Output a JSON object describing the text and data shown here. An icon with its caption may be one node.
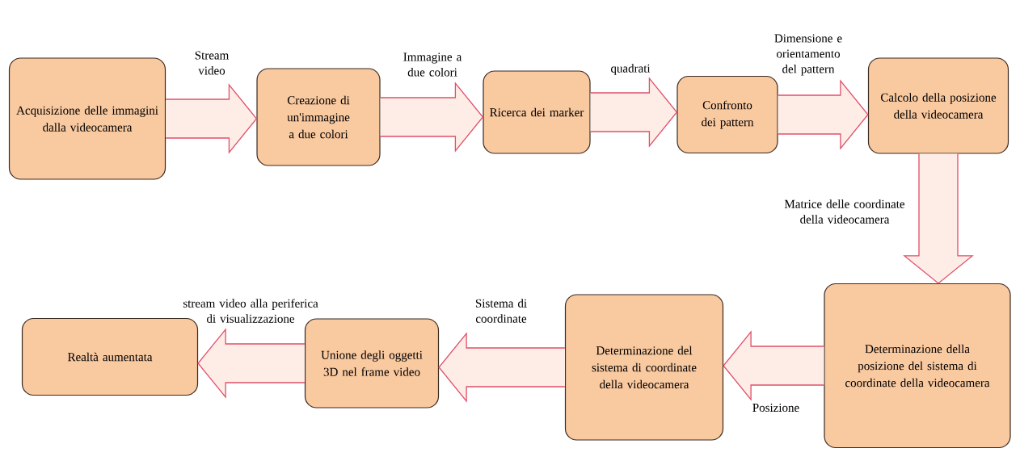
{
  "diagram": {
    "nodes": [
      {
        "text": [
          "Acquisizione delle immagini dalla videocamera"
        ]
      },
      {
        "text": [
          "Creazione di un'immagine a due colori"
        ]
      },
      {
        "text": [
          "Ricerca dei marker"
        ]
      },
      {
        "text": [
          "Confronto dei pattern"
        ]
      },
      {
        "text": [
          "Calcolo della posizione della videocamera"
        ]
      },
      {
        "text": [
          "Determinazione della posizione del sistema di coordinate della videocamera"
        ]
      },
      {
        "text": [
          "Determinazione del sistema di coordinate della videocamera"
        ]
      },
      {
        "text": [
          "Unione degli oggetti 3D nel frame video"
        ]
      },
      {
        "text": [
          "Realtà aumentata"
        ]
      }
    ],
    "edges": [
      {
        "from": 0,
        "to": 1,
        "arrow": "to",
        "label": "Stream video"
      },
      {
        "from": 1,
        "to": 2,
        "arrow": "to",
        "label": "Immagine a due colori"
      },
      {
        "from": 2,
        "to": 3,
        "arrow": "to",
        "label": "quadrati"
      },
      {
        "from": 3,
        "to": 4,
        "arrow": "to",
        "label": "Dimensione e orientamento del pattern"
      },
      {
        "from": 4,
        "to": 5,
        "arrow": "to",
        "label": "Matrice delle coordinate della videocamera"
      },
      {
        "from": 5,
        "to": 6,
        "arrow": "to",
        "label": "Posizione"
      },
      {
        "from": 6,
        "to": 7,
        "arrow": "to",
        "label": "Sistema di coordinate"
      },
      {
        "from": 7,
        "to": 8,
        "arrow": "to",
        "label": "stream video alla periferica di visualizzazione"
      }
    ]
  }
}
